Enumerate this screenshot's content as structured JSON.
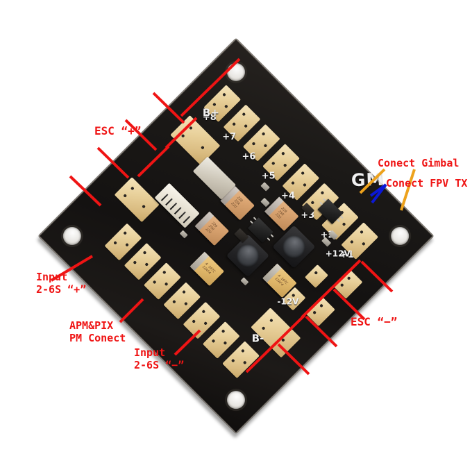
{
  "image": {
    "subject": "GM multirotor power distribution board (PDB)",
    "background_color": "#ffffff",
    "board_color": "#1a1714",
    "pad_color": "#e6cf9c"
  },
  "board": {
    "brand_logo": "GM",
    "silkscreen": [
      {
        "text": "GM",
        "name": "brand-logo"
      },
      {
        "text": "+1",
        "name": "silk-plus-1"
      },
      {
        "text": "+2",
        "name": "silk-plus-2"
      },
      {
        "text": "+3",
        "name": "silk-plus-3"
      },
      {
        "text": "+4",
        "name": "silk-plus-4"
      },
      {
        "text": "+5",
        "name": "silk-plus-5"
      },
      {
        "text": "+6",
        "name": "silk-plus-6"
      },
      {
        "text": "+7",
        "name": "silk-plus-7"
      },
      {
        "text": "+8",
        "name": "silk-plus-8"
      },
      {
        "text": "B+",
        "name": "silk-b-plus"
      },
      {
        "text": "B-",
        "name": "silk-b-minus"
      },
      {
        "text": "+12V",
        "name": "silk-plus-12v"
      },
      {
        "text": "-12V",
        "name": "silk-minus-12v"
      }
    ],
    "component_markings": {
      "tantalum_cap": "220\n35R\n22U",
      "tantalum_cap_yellow": "A 107C\n12AF4",
      "inductor": "100"
    }
  },
  "annotations": [
    {
      "name": "annotation-esc-plus",
      "text": "ESC “+”",
      "color": "#ef1414",
      "leader_color": "#ef1414",
      "leader_count": 8,
      "points_to": "positive ESC output pads +1 through +8"
    },
    {
      "name": "annotation-esc-minus",
      "text": "ESC “−”",
      "color": "#ef1414",
      "leader_color": "#ef1414",
      "leader_count": 8,
      "points_to": "negative ESC output pads"
    },
    {
      "name": "annotation-input-positive",
      "text": "Input\n2-6S “+”",
      "color": "#ef1414",
      "leader_color": "#ef1414",
      "leader_count": 1,
      "points_to": "B+ battery input pad"
    },
    {
      "name": "annotation-input-negative",
      "text": "Input\n2-6S “−”",
      "color": "#ef1414",
      "leader_color": "#ef1414",
      "leader_count": 1,
      "points_to": "B- battery input pad"
    },
    {
      "name": "annotation-pm-connector",
      "text": "APM&PIX\nPM Conect",
      "color": "#ef1414",
      "leader_color": "#ef1414",
      "leader_count": 1,
      "points_to": "white 6-pin JST power-module connector"
    },
    {
      "name": "annotation-connect-gimbal",
      "text": "Conect Gimbal",
      "color": "#ef1414",
      "leader_color": "#eda21c",
      "leader_count": 2,
      "points_to": "+12V and -12V regulated output pads"
    },
    {
      "name": "annotation-connect-fpv-tx",
      "text": "Conect FPV TX",
      "color": "#ef1414",
      "leader_color": "#0b18d6",
      "leader_count": 2,
      "points_to": "secondary regulated output pads"
    }
  ]
}
